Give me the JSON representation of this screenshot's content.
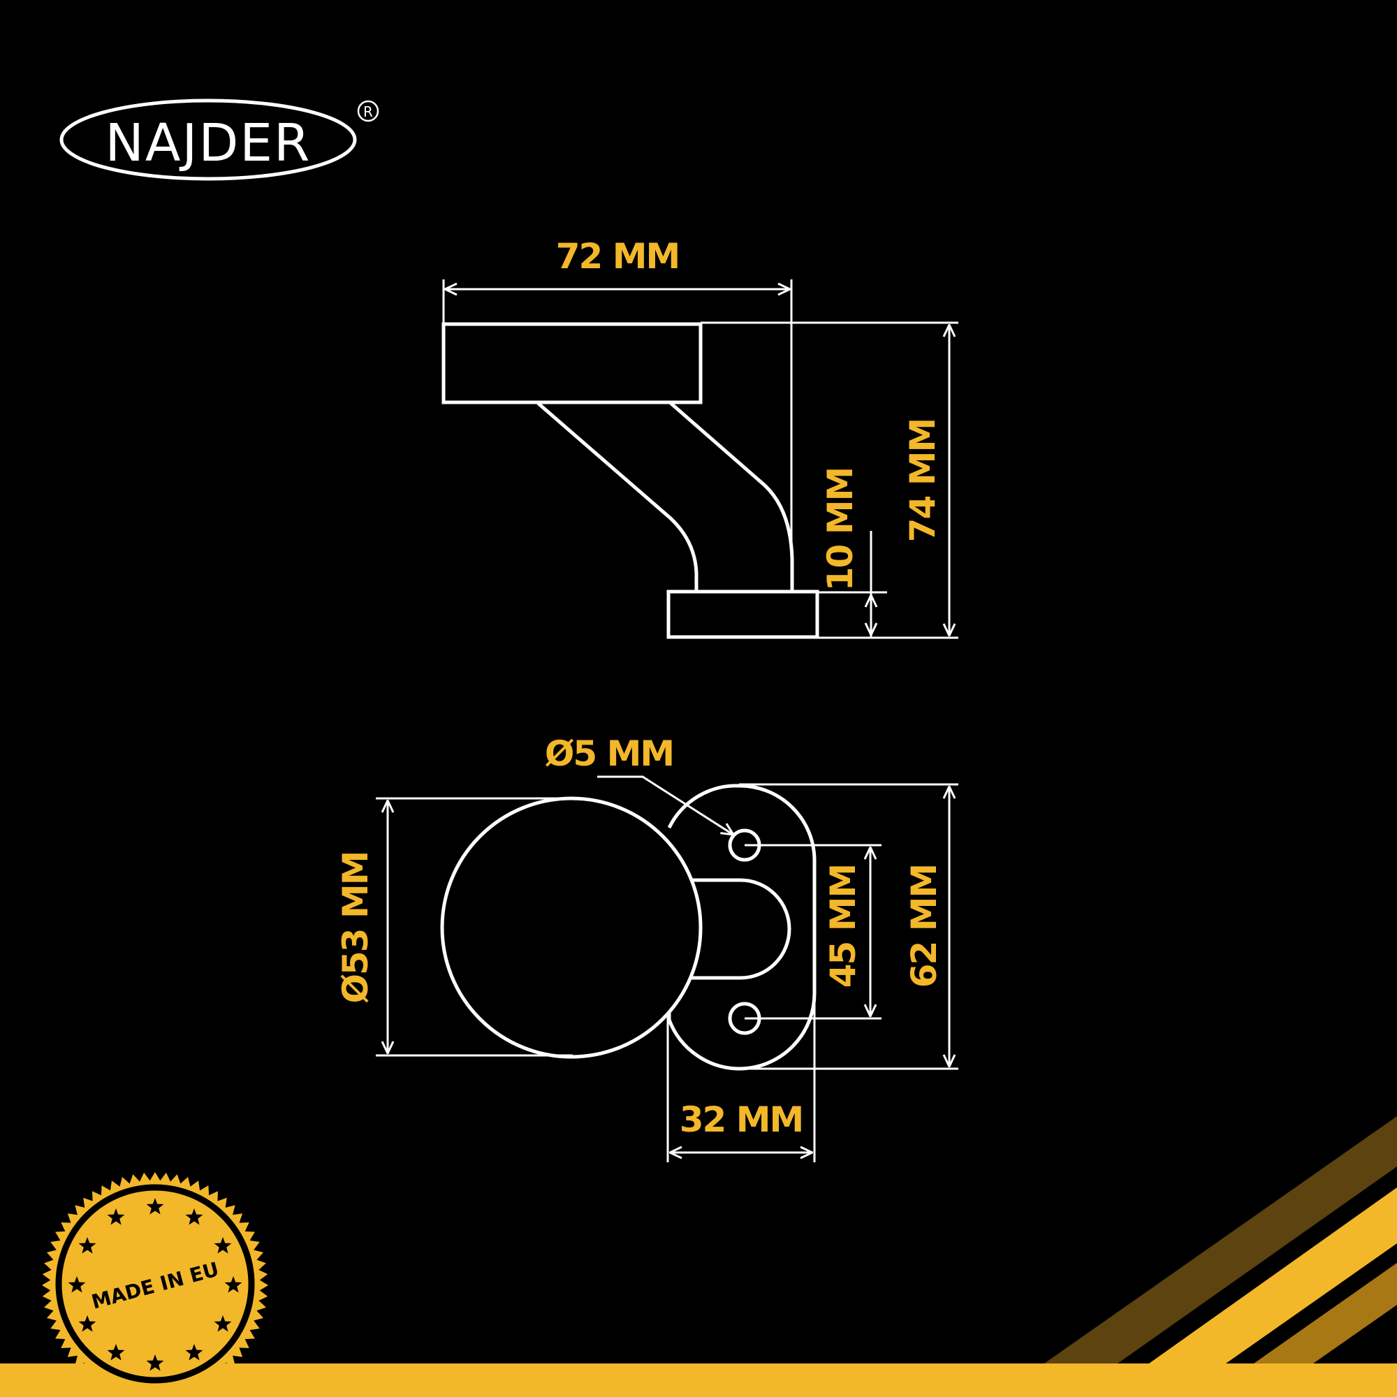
{
  "brand": {
    "name": "NAJDER",
    "registered_mark": "R"
  },
  "colors": {
    "background": "#000000",
    "line": "#ffffff",
    "accent": "#f3b72a",
    "accent_dark": "#8a6416",
    "accent_mid": "#b8860b"
  },
  "side_view": {
    "width_label": "72 MM",
    "height_label": "74 MM",
    "base_thickness_label": "10 MM"
  },
  "top_view": {
    "hole_label": "Ø5 MM",
    "knob_diameter_label": "Ø53 MM",
    "hole_spacing_label": "45 MM",
    "plate_height_label": "62 MM",
    "plate_width_label": "32 MM"
  },
  "badge": {
    "text": "MADE IN EU",
    "icon": "star-icon"
  }
}
